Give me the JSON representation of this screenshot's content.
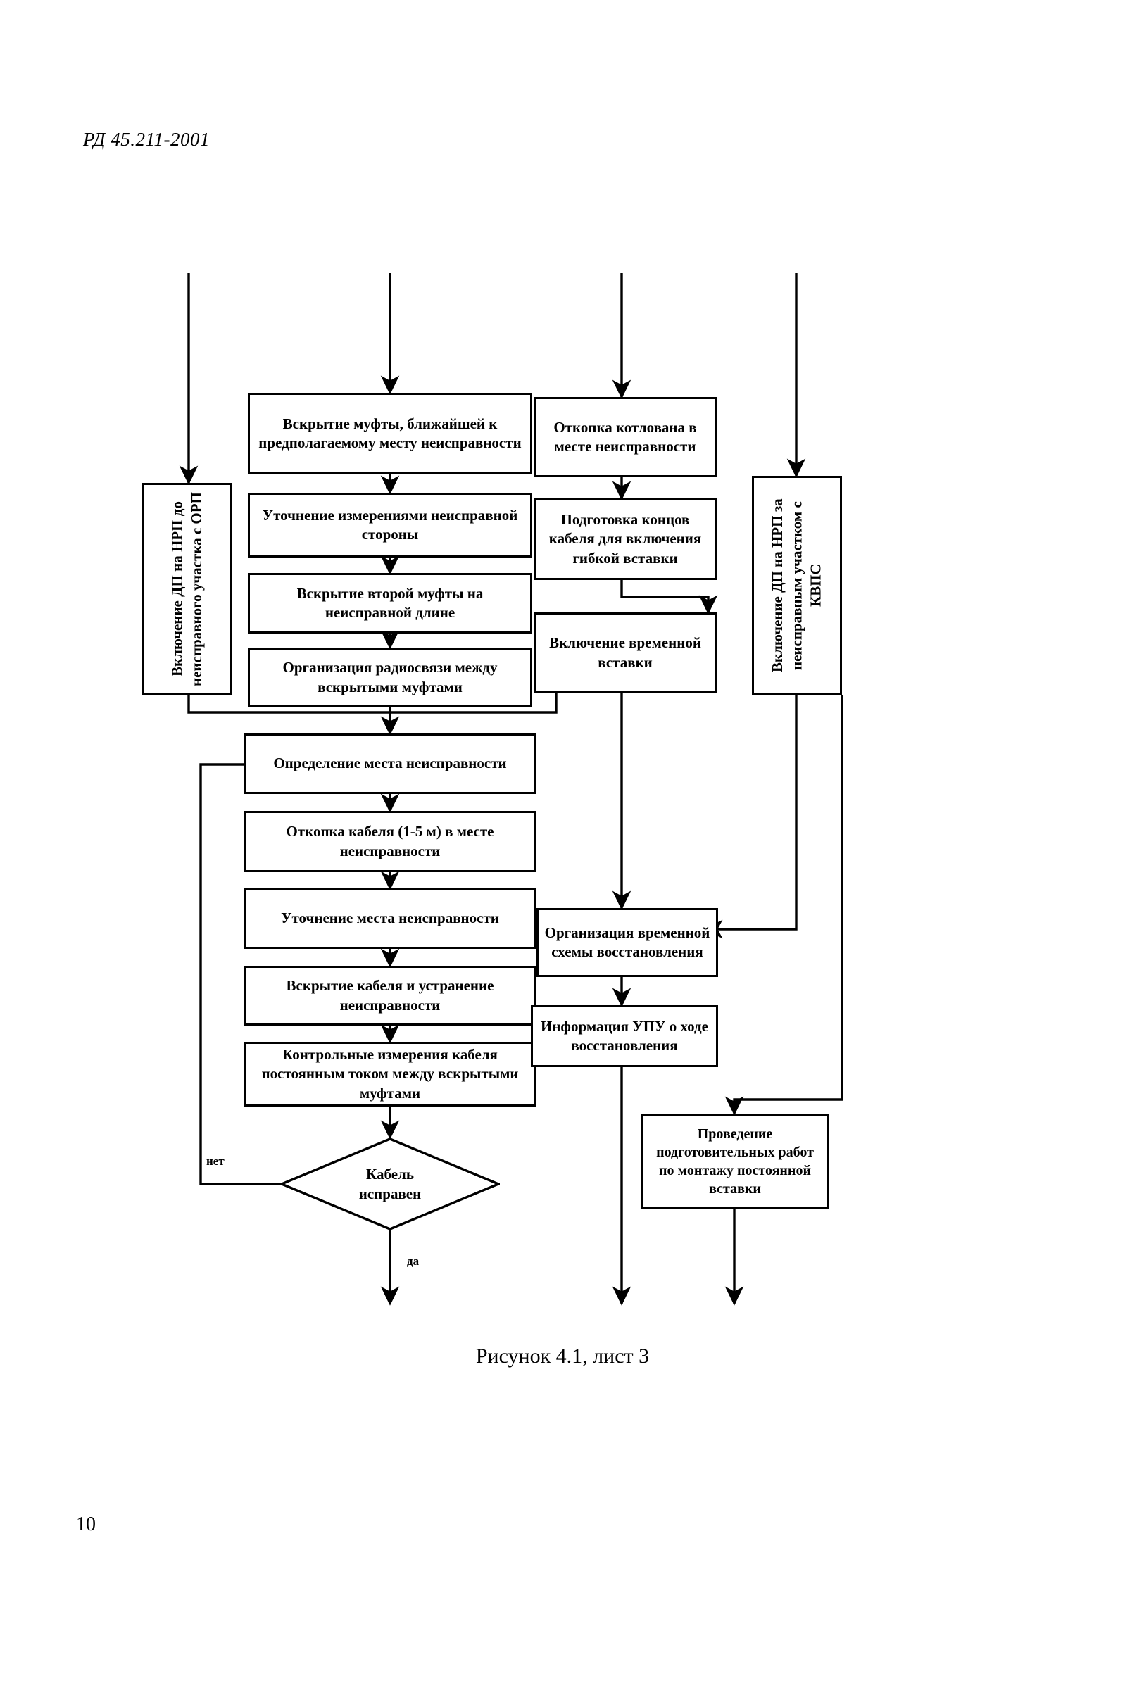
{
  "document": {
    "header": "РД 45.211-2001",
    "page_number": "10",
    "figure_caption": "Рисунок 4.1, лист 3"
  },
  "flowchart": {
    "nodes": {
      "open_coupling": "Вскрытие муфты, ближайшей к предполагаемому месту неисправности",
      "excavate_pit": "Откопка котлована в месте неисправности",
      "dp_nrp_orp": "Включение ДП на НРП до неисправного участка с ОРП",
      "dp_nrp_kvps": "Включение ДП на НРП за неисправным участком с КВПС",
      "refine_measurement": "Уточнение измерениями неисправной стороны",
      "prepare_cable_ends": "Подготовка концов кабеля для включения гибкой вставки",
      "open_second_coupling": "Вскрытие второй муфты на неисправной длине",
      "radio_link": "Организация радиосвязи между вскрытыми муфтами",
      "enable_temp_insert": "Включение временной вставки",
      "locate_fault": "Определение места неисправности",
      "excavate_cable": "Откопка кабеля (1-5 м) в месте неисправности",
      "refine_fault_place": "Уточнение места неисправности",
      "open_cable_fix": "Вскрытие кабеля и устранение неисправности",
      "control_measurements": "Контрольные измерения кабеля постоянным током между вскрытыми муфтами",
      "temp_recovery_scheme": "Организация временной схемы восстановления",
      "inform_upu": "Информация УПУ о ходе восстановления",
      "prep_permanent_insert": "Проведение подготовительных работ по монтажу постоянной вставки"
    },
    "decision": {
      "cable_ok_line1": "Кабель",
      "cable_ok_line2": "исправен"
    },
    "edge_labels": {
      "no": "нет",
      "yes": "да"
    },
    "colors": {
      "line": "#000000",
      "background": "#ffffff"
    }
  }
}
